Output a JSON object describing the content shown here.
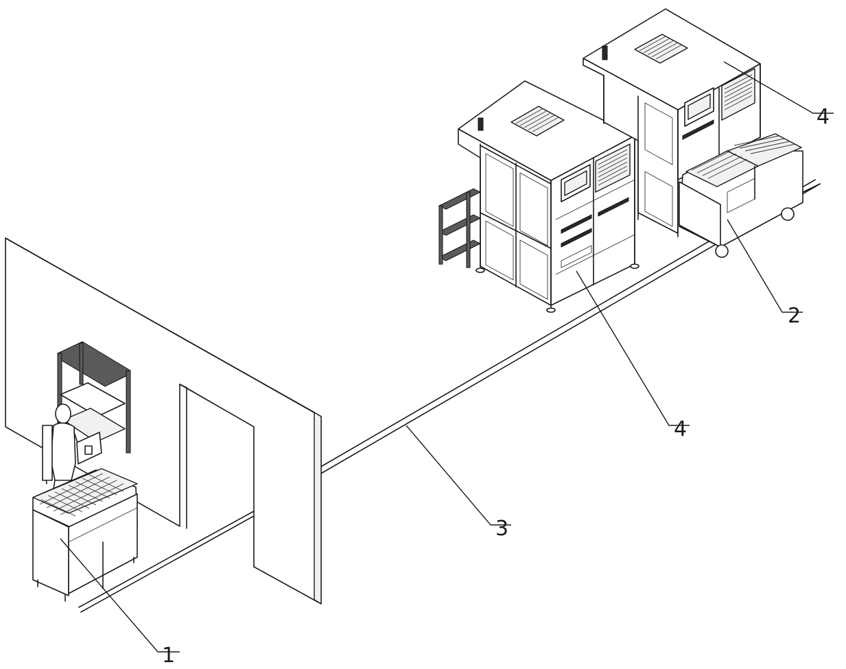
{
  "callouts": [
    {
      "label": "1"
    },
    {
      "label": "2"
    },
    {
      "label": "3"
    },
    {
      "label": "4"
    },
    {
      "label": "4"
    }
  ],
  "colors": {
    "ink": "#1a1a1a",
    "paper": "#ffffff"
  }
}
